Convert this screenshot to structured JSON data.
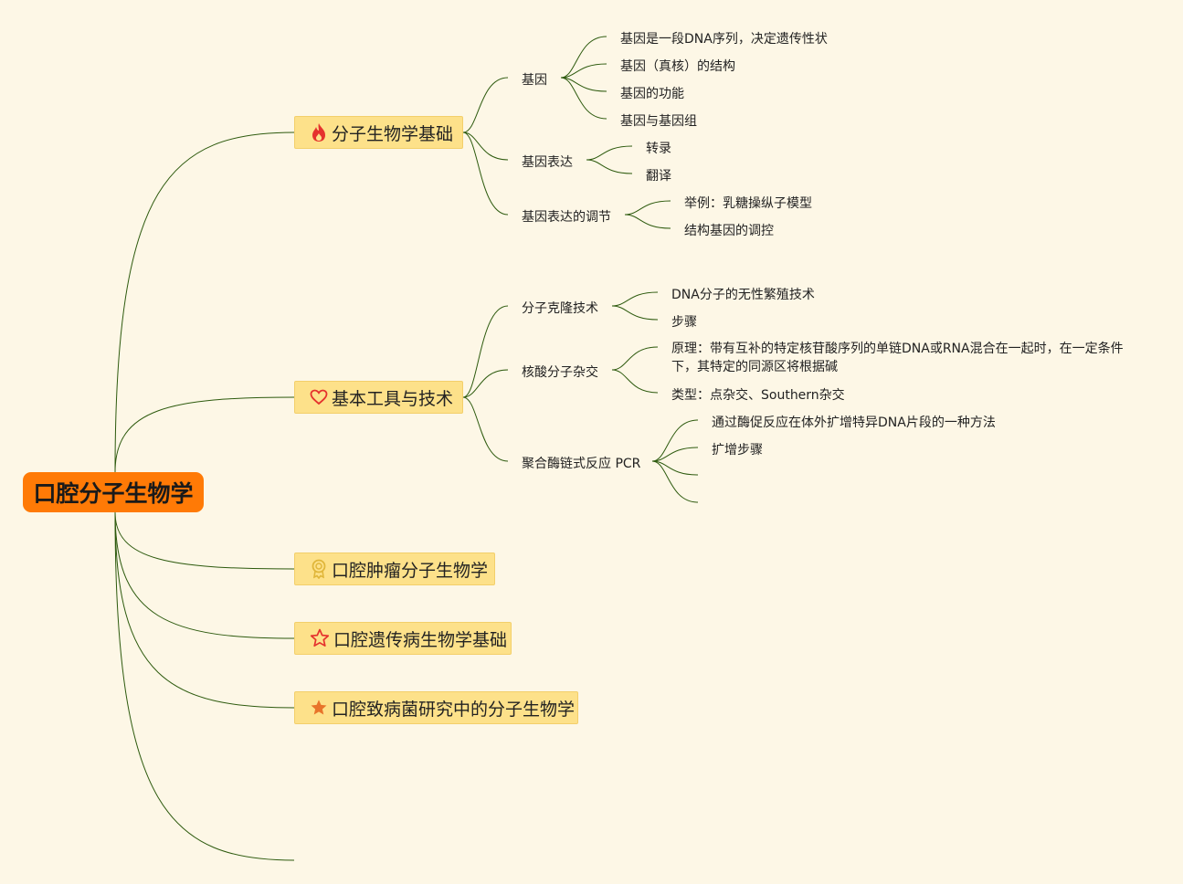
{
  "root": {
    "label": "口腔分子生物学"
  },
  "branches": [
    {
      "label": "分子生物学基础",
      "icon": "fire-icon",
      "children": [
        {
          "label": "基因",
          "children": [
            "基因是一段DNA序列，决定遗传性状",
            "基因（真核）的结构",
            "基因的功能",
            "基因与基因组"
          ]
        },
        {
          "label": "基因表达",
          "children": [
            "转录",
            "翻译"
          ]
        },
        {
          "label": "基因表达的调节",
          "children": [
            "举例：乳糖操纵子模型",
            "结构基因的调控"
          ]
        }
      ]
    },
    {
      "label": "基本工具与技术",
      "icon": "heart-icon",
      "children": [
        {
          "label": "分子克隆技术",
          "children": [
            "DNA分子的无性繁殖技术",
            "步骤"
          ]
        },
        {
          "label": "核酸分子杂交",
          "children": [
            "原理：带有互补的特定核苷酸序列的单链DNA或RNA混合在一起时，在一定条件下，其特定的同源区将根据碱",
            "类型：点杂交、Southern杂交"
          ]
        },
        {
          "label": "聚合酶链式反应 PCR",
          "children": [
            "通过酶促反应在体外扩增特异DNA片段的一种方法",
            "扩增步骤",
            "",
            ""
          ]
        }
      ]
    },
    {
      "label": "口腔肿瘤分子生物学",
      "icon": "award-icon",
      "children": []
    },
    {
      "label": "口腔遗传病生物学基础",
      "icon": "star-outline-icon",
      "children": []
    },
    {
      "label": "口腔致病菌研究中的分子生物学",
      "icon": "star-filled-icon",
      "children": []
    }
  ],
  "colors": {
    "background": "#fdf7e6",
    "root_fill": "#ff7a06",
    "branch_fill": "#fde18a",
    "line": "#2d5a0e",
    "icon_red": "#e5322d",
    "icon_orange": "#e8742a",
    "icon_gold": "#e0b63a"
  }
}
